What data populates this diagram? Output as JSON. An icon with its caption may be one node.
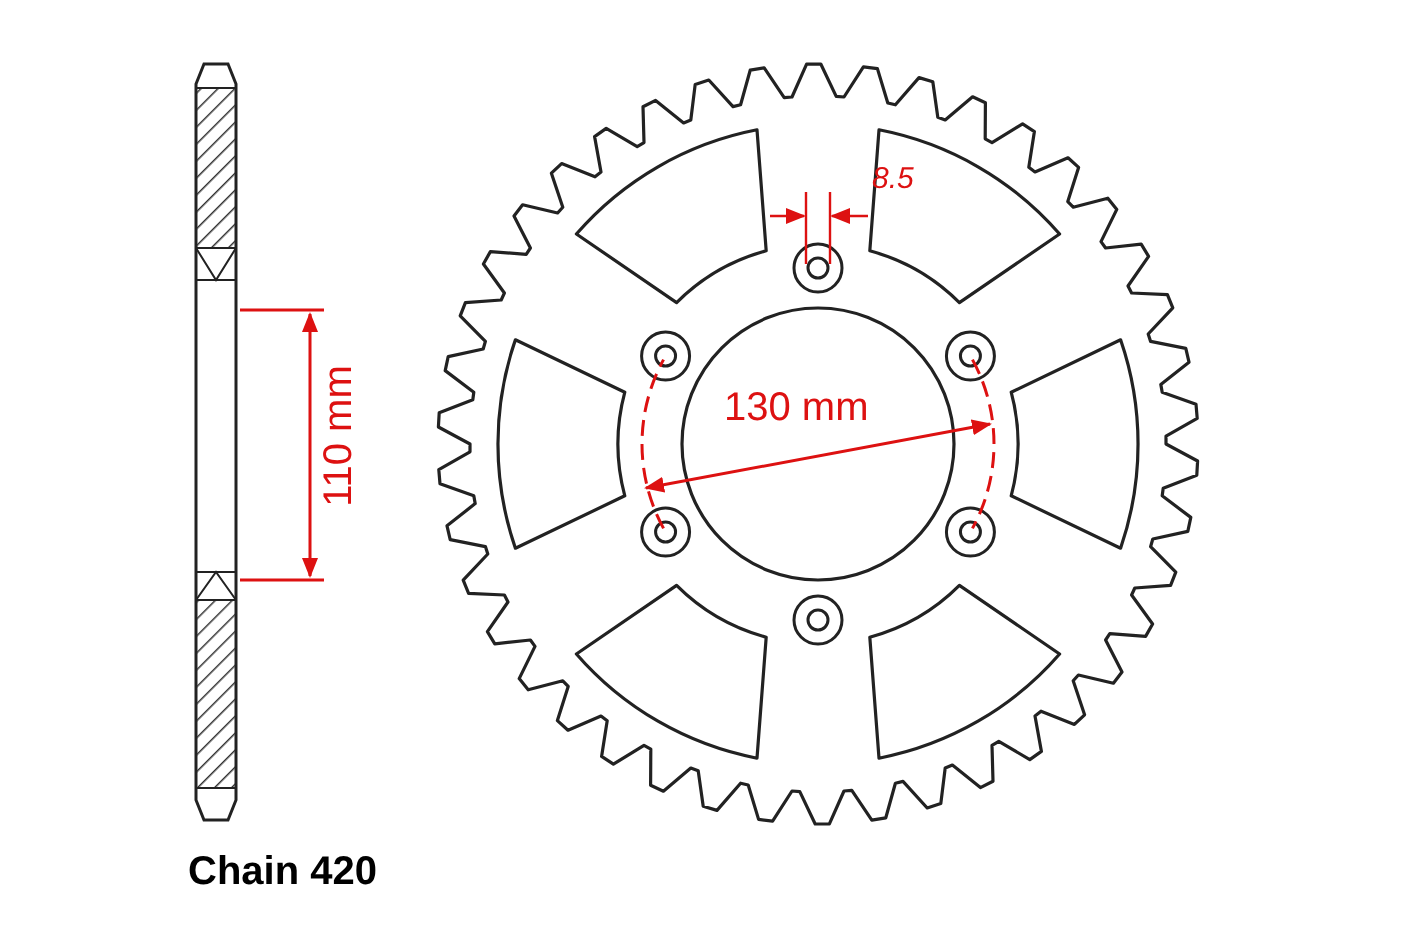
{
  "diagram": {
    "labels": [
      "8.5",
      "110 mm",
      "130 mm",
      "Chain 420"
    ]
  }
}
